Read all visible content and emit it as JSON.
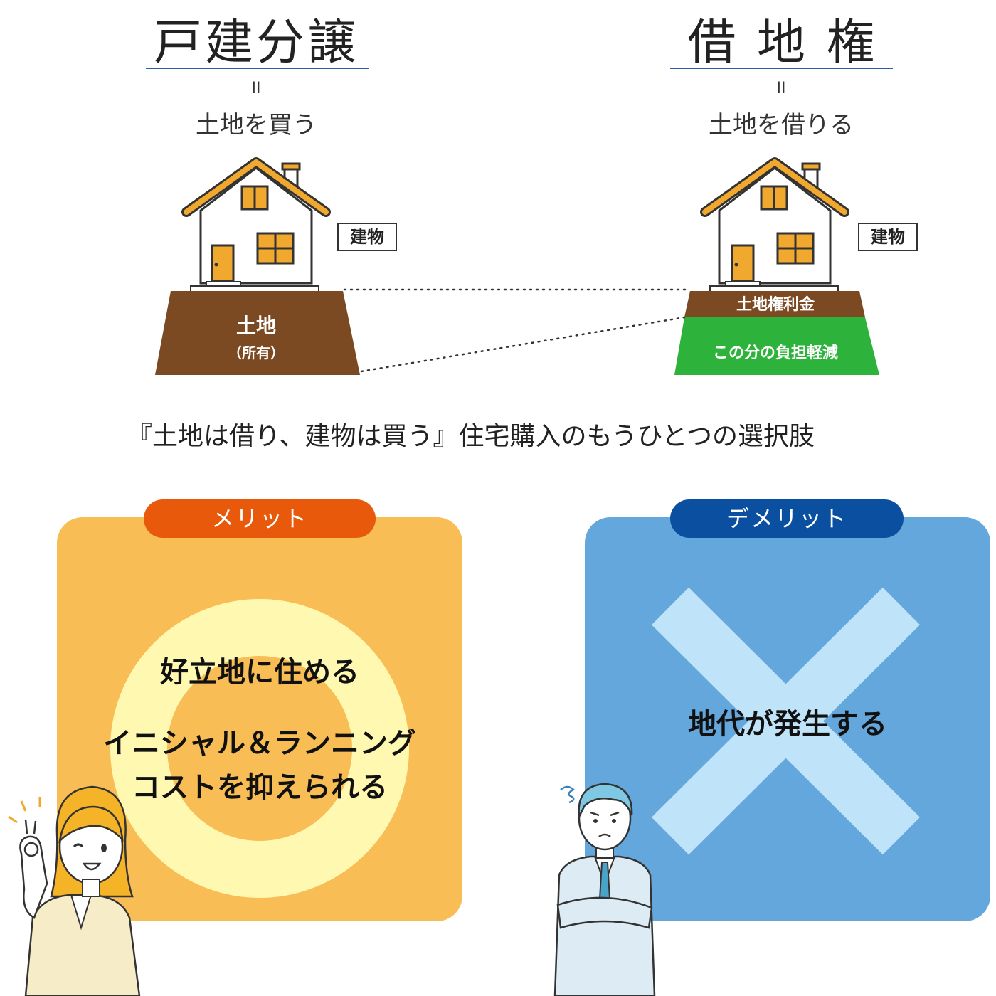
{
  "left": {
    "title": "戸建分譲",
    "equals": "II",
    "subtitle": "土地を買う",
    "building_label": "建物",
    "land_label": "土地",
    "land_sub": "（所有）"
  },
  "right": {
    "title": "借 地 権",
    "equals": "II",
    "subtitle": "土地を借りる",
    "building_label": "建物",
    "land_top_label": "土地権利金",
    "land_bottom_label": "この分の負担軽減"
  },
  "summary": "『土地は借り、建物は買う』住宅購入のもうひとつの選択肢",
  "merit": {
    "badge": "メリット",
    "line1": "好立地に住める",
    "line2": "イニシャル＆ランニング",
    "line3": "コストを抑えられる"
  },
  "demerit": {
    "badge": "デメリット",
    "line1": "地代が発生する"
  },
  "colors": {
    "brown": "#7b4a22",
    "green": "#2db23c",
    "house_orange": "#f0a92e",
    "merit_panel": "#f8bd55",
    "merit_badge": "#e8590c",
    "merit_ring": "#fff8b0",
    "demerit_panel": "#64a7dc",
    "demerit_badge": "#0a4fa0",
    "demerit_cross": "#bfe3f8",
    "arrow": "#e8590c"
  }
}
